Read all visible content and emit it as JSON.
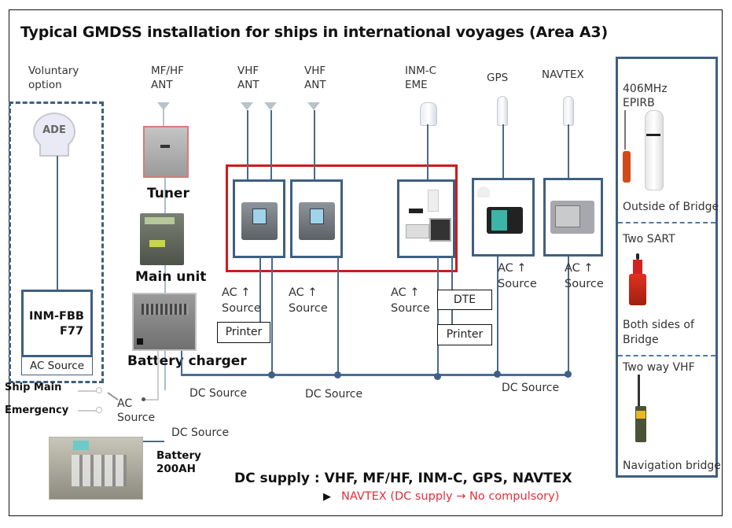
{
  "title": "Typical GMDSS installation for ships in international voyages (Area A3)",
  "columns": {
    "voluntary": "Voluntary\noption",
    "mfhf_ant": "MF/HF\nANT",
    "vhf_ant_1": "VHF\nANT",
    "vhf_ant_2": "VHF\nANT",
    "inmc_eme": "INM-C\nEME",
    "gps": "GPS",
    "navtex": "NAVTEX"
  },
  "voluntary_box": {
    "antenna_label": "ADE",
    "device_line1": "INM-FBB",
    "device_line2": "F77",
    "power": "AC Source"
  },
  "mfhf": {
    "tuner": "Tuner",
    "main_unit": "Main unit",
    "battery_charger": "Battery charger"
  },
  "power": {
    "ship_main": "Ship Main",
    "emergency": "Emergency",
    "ac_source": "AC\nSource",
    "dc_source_charger": "DC Source",
    "dc_source_battery": "DC Source",
    "dc_source_mid": "DC Source",
    "dc_source_right": "DC Source",
    "battery_line1": "Battery",
    "battery_line2": "200AH"
  },
  "ac_labels": {
    "vhf1": "AC ↑\nSource",
    "vhf2": "AC ↑\nSource",
    "inmc": "AC ↑\nSource",
    "gps": "AC ↑\nSource",
    "navtex": "AC ↑\nSource"
  },
  "peripherals": {
    "printer_vhf": "Printer",
    "dte": "DTE",
    "printer_inmc": "Printer"
  },
  "right_panel": [
    {
      "title": "406MHz\nEPIRB",
      "location": "Outside of Bridge"
    },
    {
      "title": "Two SART",
      "location": "Both sides of\nBridge"
    },
    {
      "title": "Two way VHF",
      "location": "Navigation bridge"
    }
  ],
  "footer": {
    "dc_supply": "DC supply : VHF, MF/HF, INM-C, GPS, NAVTEX",
    "note_marker": "▶",
    "note": "NAVTEX (DC supply → No compulsory)"
  },
  "colors": {
    "red_group": "#d11a1a",
    "device_border": "#3f5f80",
    "note_red": "#e0303a"
  }
}
